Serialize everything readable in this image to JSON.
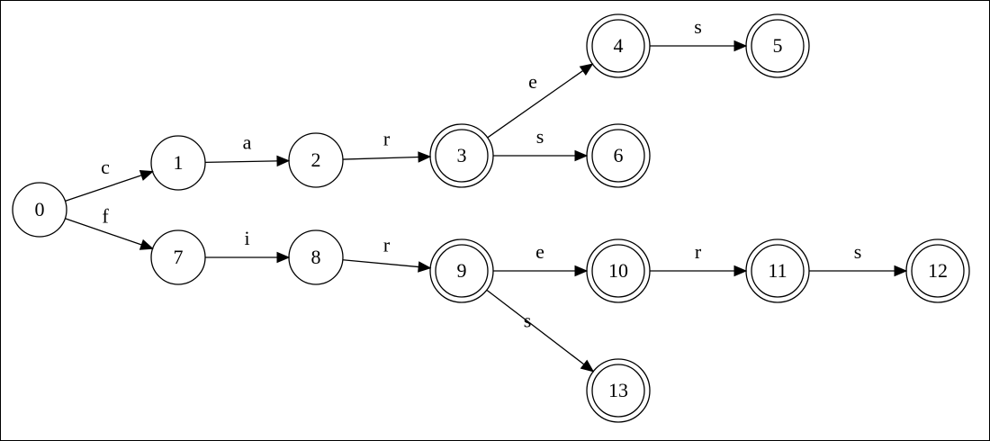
{
  "diagram": {
    "type": "finite-automaton",
    "start_state": "0",
    "states": [
      {
        "id": "0",
        "label": "0",
        "accepting": false
      },
      {
        "id": "1",
        "label": "1",
        "accepting": false
      },
      {
        "id": "2",
        "label": "2",
        "accepting": false
      },
      {
        "id": "3",
        "label": "3",
        "accepting": true
      },
      {
        "id": "4",
        "label": "4",
        "accepting": true
      },
      {
        "id": "5",
        "label": "5",
        "accepting": true
      },
      {
        "id": "6",
        "label": "6",
        "accepting": true
      },
      {
        "id": "7",
        "label": "7",
        "accepting": false
      },
      {
        "id": "8",
        "label": "8",
        "accepting": false
      },
      {
        "id": "9",
        "label": "9",
        "accepting": true
      },
      {
        "id": "10",
        "label": "10",
        "accepting": true
      },
      {
        "id": "11",
        "label": "11",
        "accepting": true
      },
      {
        "id": "12",
        "label": "12",
        "accepting": true
      },
      {
        "id": "13",
        "label": "13",
        "accepting": true
      }
    ],
    "transitions": [
      {
        "from": "0",
        "to": "1",
        "label": "c"
      },
      {
        "from": "0",
        "to": "7",
        "label": "f"
      },
      {
        "from": "1",
        "to": "2",
        "label": "a"
      },
      {
        "from": "2",
        "to": "3",
        "label": "r"
      },
      {
        "from": "3",
        "to": "4",
        "label": "e"
      },
      {
        "from": "3",
        "to": "6",
        "label": "s"
      },
      {
        "from": "4",
        "to": "5",
        "label": "s"
      },
      {
        "from": "7",
        "to": "8",
        "label": "i"
      },
      {
        "from": "8",
        "to": "9",
        "label": "r"
      },
      {
        "from": "9",
        "to": "10",
        "label": "e"
      },
      {
        "from": "9",
        "to": "13",
        "label": "s"
      },
      {
        "from": "10",
        "to": "11",
        "label": "r"
      },
      {
        "from": "11",
        "to": "12",
        "label": "s"
      }
    ]
  }
}
